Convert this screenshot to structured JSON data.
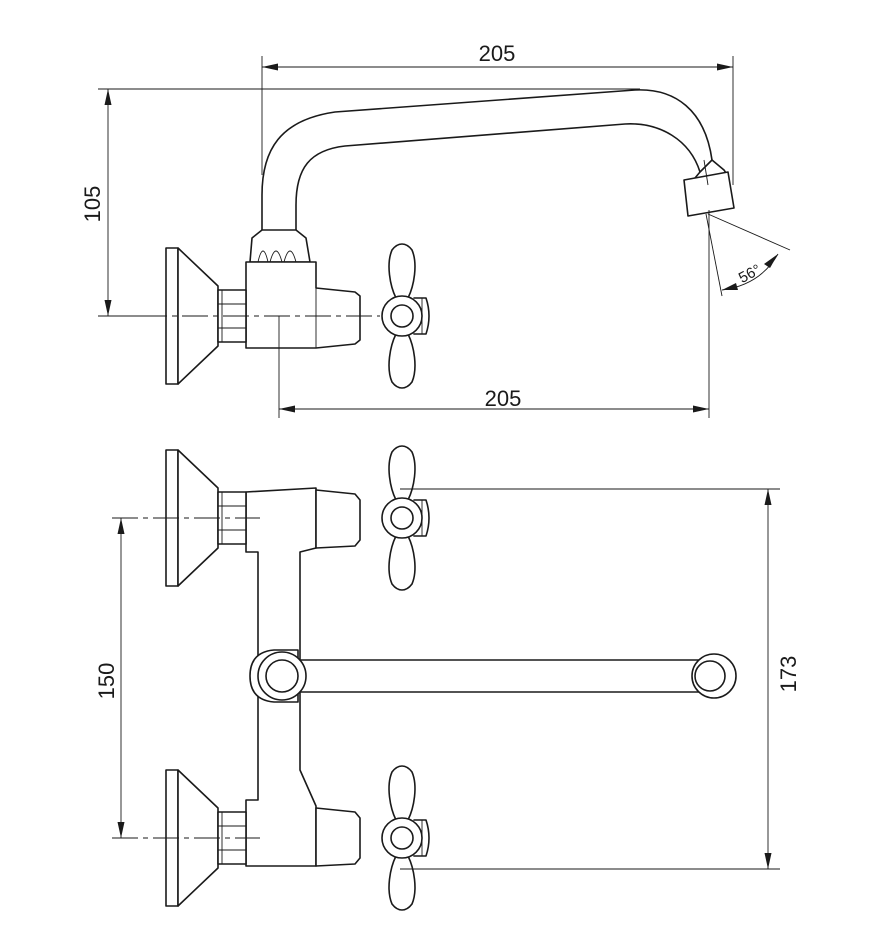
{
  "dimensions": {
    "top_width": "205",
    "top_height": "105",
    "side_projection": "205",
    "spout_angle": "56°",
    "inlet_spacing": "150",
    "overall_height": "173"
  },
  "colors": {
    "line": "#1a1a1a",
    "background": "#ffffff"
  }
}
